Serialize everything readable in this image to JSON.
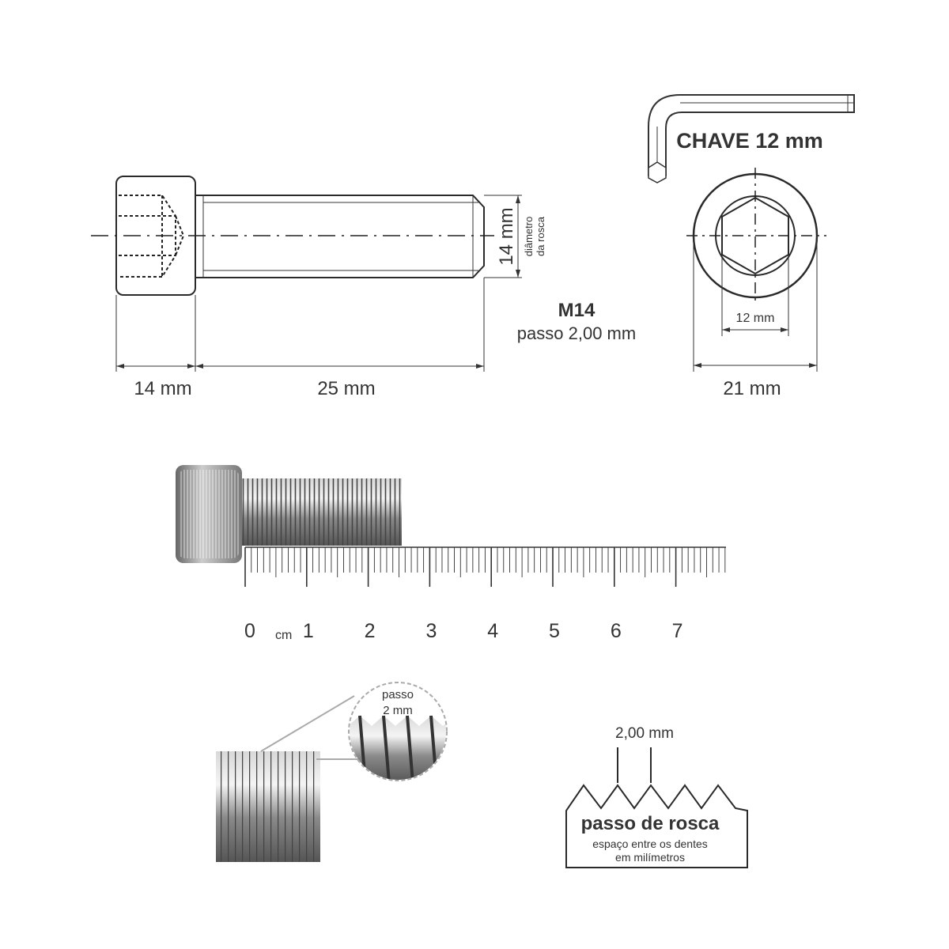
{
  "side_view": {
    "head_length": "14 mm",
    "shank_length": "25 mm",
    "thread_diameter": "14 mm",
    "thread_diameter_caption_1": "diâmetro",
    "thread_diameter_caption_2": "da rosca"
  },
  "spec": {
    "size": "M14",
    "pitch": "passo 2,00 mm"
  },
  "key": {
    "label": "CHAVE 12 mm"
  },
  "front_view": {
    "hex_width": "12 mm",
    "head_diameter": "21 mm"
  },
  "ruler": {
    "unit": "cm",
    "labels": [
      "0",
      "1",
      "2",
      "3",
      "4",
      "5",
      "6",
      "7"
    ],
    "cm_count": 7
  },
  "closeup": {
    "label_1": "passo",
    "label_2": "2 mm"
  },
  "pitch_diagram": {
    "value": "2,00 mm",
    "title": "passo de rosca",
    "caption_1": "espaço entre os dentes",
    "caption_2": "em milímetros"
  },
  "colors": {
    "line": "#2a2a2a",
    "text": "#333333",
    "steel": "#9a9a9a"
  }
}
